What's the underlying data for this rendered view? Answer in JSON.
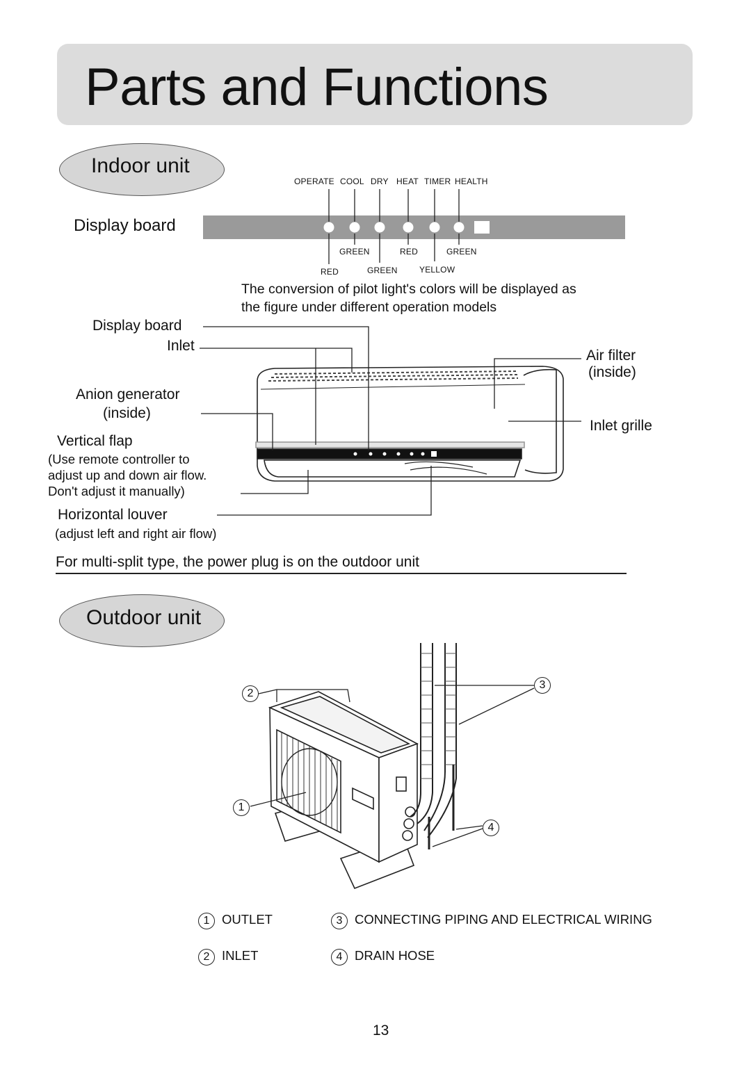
{
  "title": "Parts and Functions",
  "indoor": {
    "heading": "Indoor unit",
    "display_board_title": "Display board",
    "indicators": [
      "OPERATE",
      "COOL",
      "DRY",
      "HEAT",
      "TIMER",
      "HEALTH"
    ],
    "color_labels": {
      "green1": "GREEN",
      "red1": "RED",
      "green2": "GREEN",
      "red2": "RED",
      "green3": "GREEN",
      "yellow": "YELLOW"
    },
    "conversion_note_line1": "The conversion of pilot light's colors will be displayed as",
    "conversion_note_line2": "the figure under different operation models",
    "labels": {
      "display_board": "Display board",
      "inlet": "Inlet",
      "anion_line1": "Anion generator",
      "anion_line2": "(inside)",
      "vertical_flap": "Vertical flap",
      "vertical_flap_note1": "(Use remote controller to",
      "vertical_flap_note2": "adjust up and down air flow.",
      "vertical_flap_note3": "Don't adjust it manually)",
      "horizontal_louver": "Horizontal louver",
      "horizontal_louver_note": "(adjust left and right air flow)",
      "air_filter_line1": "Air filter",
      "air_filter_line2": "(inside)",
      "inlet_grille": "Inlet grille"
    },
    "multi_split_note": "For multi-split type, the power plug is on the outdoor unit"
  },
  "outdoor": {
    "heading": "Outdoor unit",
    "callouts": [
      "1",
      "2",
      "3",
      "4"
    ],
    "legend": [
      {
        "num": "1",
        "text": "OUTLET"
      },
      {
        "num": "2",
        "text": "INLET"
      },
      {
        "num": "3",
        "text": "CONNECTING PIPING AND ELECTRICAL WIRING"
      },
      {
        "num": "4",
        "text": "DRAIN HOSE"
      }
    ]
  },
  "page_number": "13"
}
